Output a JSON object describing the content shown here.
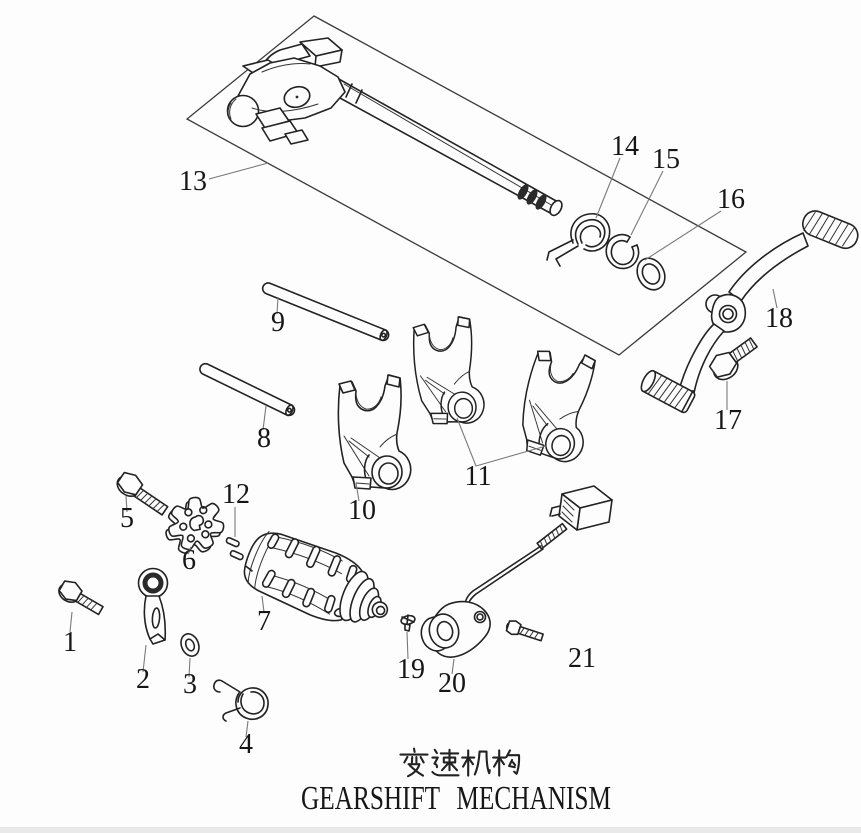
{
  "figure": {
    "title_cn": "变速机构",
    "title_en": "GEARSHIFT MECHANISM",
    "type": "exploded parts diagram"
  },
  "callouts": [
    "1",
    "2",
    "3",
    "4",
    "5",
    "6",
    "7",
    "8",
    "9",
    "10",
    "11",
    "12",
    "13",
    "14",
    "15",
    "16",
    "17",
    "18",
    "19",
    "20",
    "21"
  ],
  "colors": {
    "ink": "#222222",
    "leader": "#7a7a7a",
    "paper": "#fdfdfd",
    "text": "#161616"
  }
}
